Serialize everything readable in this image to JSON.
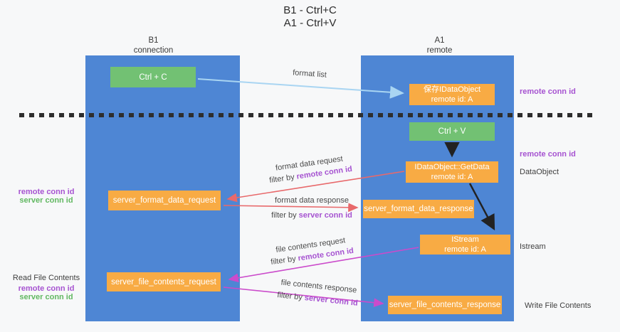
{
  "title": {
    "line1": "B1 - Ctrl+C",
    "line2": "A1 - Ctrl+V"
  },
  "columns": {
    "left": {
      "name": "B1",
      "role": "connection"
    },
    "right": {
      "name": "A1",
      "role": "remote"
    }
  },
  "nodes": {
    "ctrl_c": "Ctrl + C",
    "ctrl_v": "Ctrl + V",
    "save_dataobject": {
      "line1": "保存IDataObject",
      "line2": "remote id: A"
    },
    "getdata": {
      "line1": "IDataObject::GetData",
      "line2": "remote id: A"
    },
    "istream": {
      "line1": "IStream",
      "line2": "remote id: A"
    },
    "server_format_data_request": "server_format_data_request",
    "server_format_data_response": "server_format_data_response",
    "server_file_contents_request": "server_file_contents_request",
    "server_file_contents_response": "server_file_contents_response"
  },
  "edge_labels": {
    "format_list": "format list",
    "format_data_request": "format data request",
    "format_data_response": "format data response",
    "file_contents_request": "file contents request",
    "file_contents_response": "file contents response",
    "filter_by": "filter by",
    "remote_conn_id": "remote conn id",
    "server_conn_id": "server conn id"
  },
  "side_labels": {
    "right_remote_conn_id_top": "remote conn id",
    "right_remote_conn_id_mid": "remote conn id",
    "right_dataobject": "DataObject",
    "right_istream": "Istream",
    "right_write_file_contents": "Write File Contents",
    "left_remote_conn_id_top": "remote conn id",
    "left_server_conn_id_top": "server conn id",
    "left_read_file_contents": "Read File Contents",
    "left_remote_conn_id_bottom": "remote conn id",
    "left_server_conn_id_bottom": "server conn id"
  },
  "colors": {
    "lifeline_blue": "#4e86d4",
    "event_green": "#72c173",
    "message_orange": "#f8ab44",
    "arrow_light_blue": "#a9d5f2",
    "arrow_red": "#e8696b",
    "arrow_magenta": "#cb4bcb",
    "arrow_black": "#222222",
    "text_purple": "#a653d1",
    "text_green": "#62b862",
    "background": "#f7f8f9"
  }
}
